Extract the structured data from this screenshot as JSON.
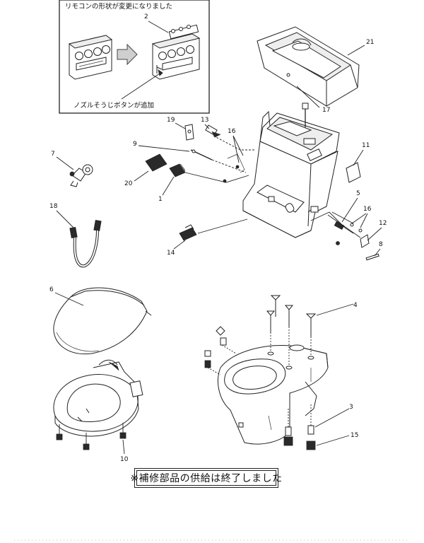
{
  "inset": {
    "caption_top": "リモコンの形状が変更になりました",
    "caption_bottom": "ノズルそうじボタンが追加"
  },
  "notice": "※補修部品の供給は終了しました",
  "part_labels": {
    "p1": "1",
    "p2": "2",
    "p3": "3",
    "p4": "4",
    "p5": "5",
    "p6": "6",
    "p7": "7",
    "p8": "8",
    "p9": "9",
    "p10": "10",
    "p11": "11",
    "p12": "12",
    "p13": "13",
    "p14": "14",
    "p15": "15",
    "p16a": "16",
    "p16b": "16",
    "p17": "17",
    "p18": "18",
    "p19": "19",
    "p20": "20",
    "p21": "21"
  }
}
